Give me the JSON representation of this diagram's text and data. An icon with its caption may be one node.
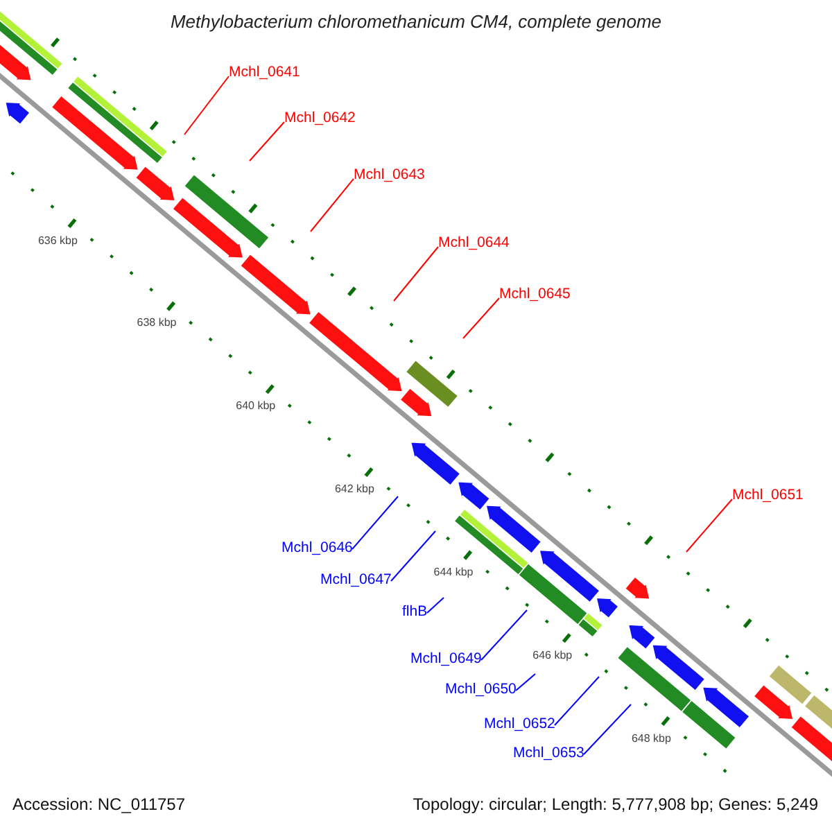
{
  "diagram": {
    "title": "Methylobacterium chloromethanicum CM4, complete genome",
    "nodes": [
      {
        "text": [
          "Mchl_0641"
        ]
      },
      {
        "text": [
          "Mchl_0642"
        ]
      },
      {
        "text": [
          "Mchl_0643"
        ]
      },
      {
        "text": [
          "Mchl_0644"
        ]
      },
      {
        "text": [
          "Mchl_0645"
        ]
      },
      {
        "text": [
          "Mchl_0651"
        ]
      },
      {
        "text": [
          "Mchl_0646"
        ]
      },
      {
        "text": [
          "Mchl_0647"
        ]
      },
      {
        "text": [
          "flhB"
        ]
      },
      {
        "text": [
          "Mchl_0649"
        ]
      },
      {
        "text": [
          "Mchl_0650"
        ]
      },
      {
        "text": [
          "Mchl_0652"
        ]
      },
      {
        "text": [
          "Mchl_0653"
        ]
      }
    ],
    "edges": [
      {
        "from": 0,
        "to": null,
        "arrow": "none",
        "color": "#ff0000"
      },
      {
        "from": 1,
        "to": null,
        "arrow": "none",
        "color": "#ff0000"
      },
      {
        "from": 2,
        "to": null,
        "arrow": "none",
        "color": "#ff0000"
      },
      {
        "from": 3,
        "to": null,
        "arrow": "none",
        "color": "#ff0000"
      },
      {
        "from": 4,
        "to": null,
        "arrow": "none",
        "color": "#ff0000"
      },
      {
        "from": 5,
        "to": null,
        "arrow": "none",
        "color": "#ff0000"
      },
      {
        "from": 6,
        "to": null,
        "arrow": "none"
      },
      {
        "from": 7,
        "to": null,
        "arrow": "none"
      },
      {
        "from": 8,
        "to": null,
        "arrow": "none"
      },
      {
        "from": 9,
        "to": null,
        "arrow": "none"
      },
      {
        "from": 10,
        "to": null,
        "arrow": "none"
      },
      {
        "from": 11,
        "to": null,
        "arrow": "none"
      },
      {
        "from": 12,
        "to": null,
        "arrow": "none"
      }
    ],
    "labels": [
      "636 kbp",
      "638 kbp",
      "640 kbp",
      "642 kbp",
      "644 kbp",
      "646 kbp",
      "648 kbp",
      "Accession: NC_011757",
      "Topology: circular; Length: 5,777,908 bp; Genes: 5,249"
    ]
  }
}
